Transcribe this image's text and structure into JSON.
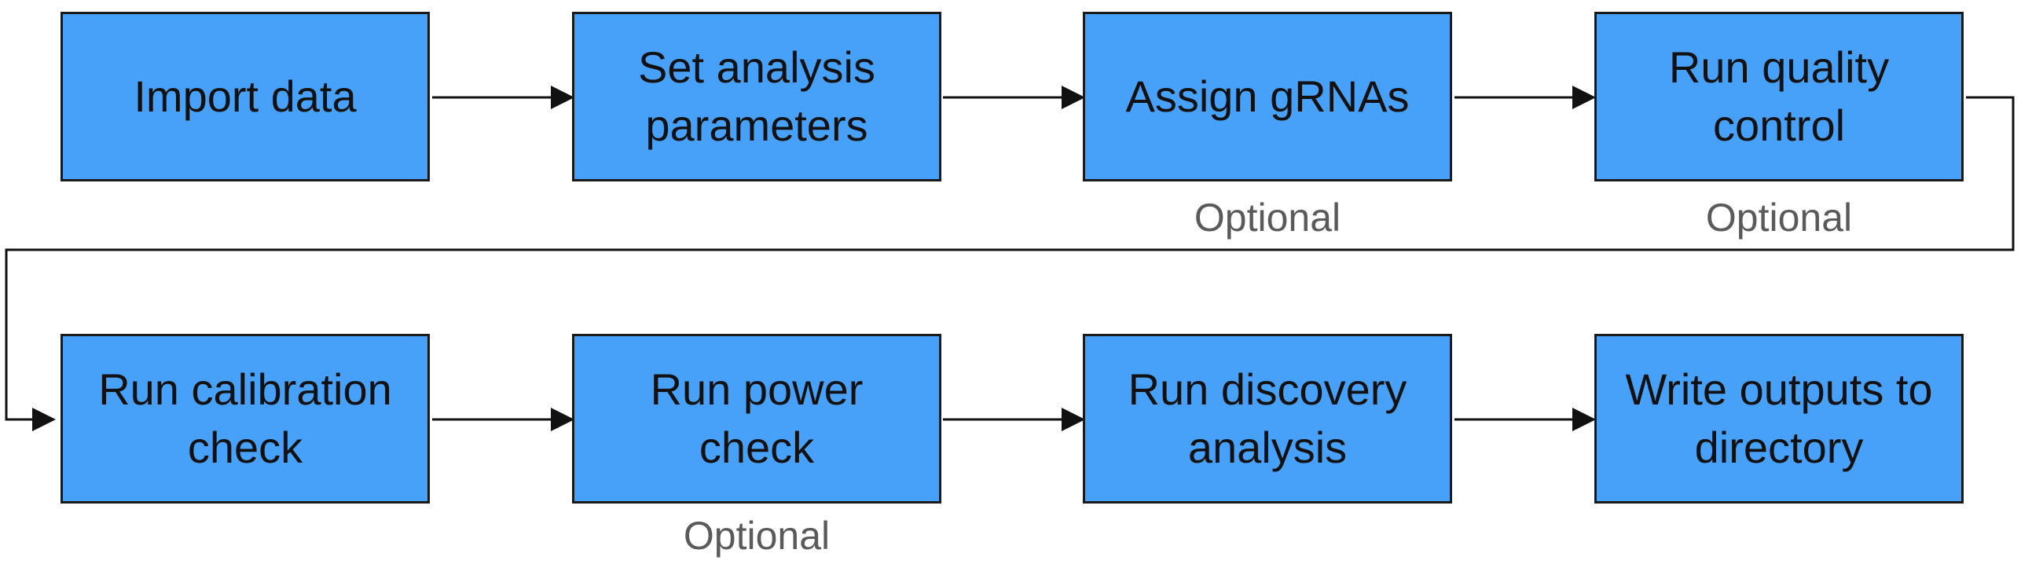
{
  "diagram": {
    "steps": [
      {
        "label": "Import data",
        "optional": ""
      },
      {
        "label": "Set analysis parameters",
        "optional": ""
      },
      {
        "label": "Assign gRNAs",
        "optional": "Optional"
      },
      {
        "label": "Run quality control",
        "optional": "Optional"
      },
      {
        "label": "Run calibration check",
        "optional": ""
      },
      {
        "label": "Run power check",
        "optional": "Optional"
      },
      {
        "label": "Run discovery analysis",
        "optional": ""
      },
      {
        "label": "Write outputs to directory",
        "optional": ""
      }
    ],
    "colors": {
      "box_fill": "#48a1f9",
      "box_border": "#1a1a1a",
      "optional_text": "#5a5a5a",
      "arrow": "#111111"
    }
  }
}
